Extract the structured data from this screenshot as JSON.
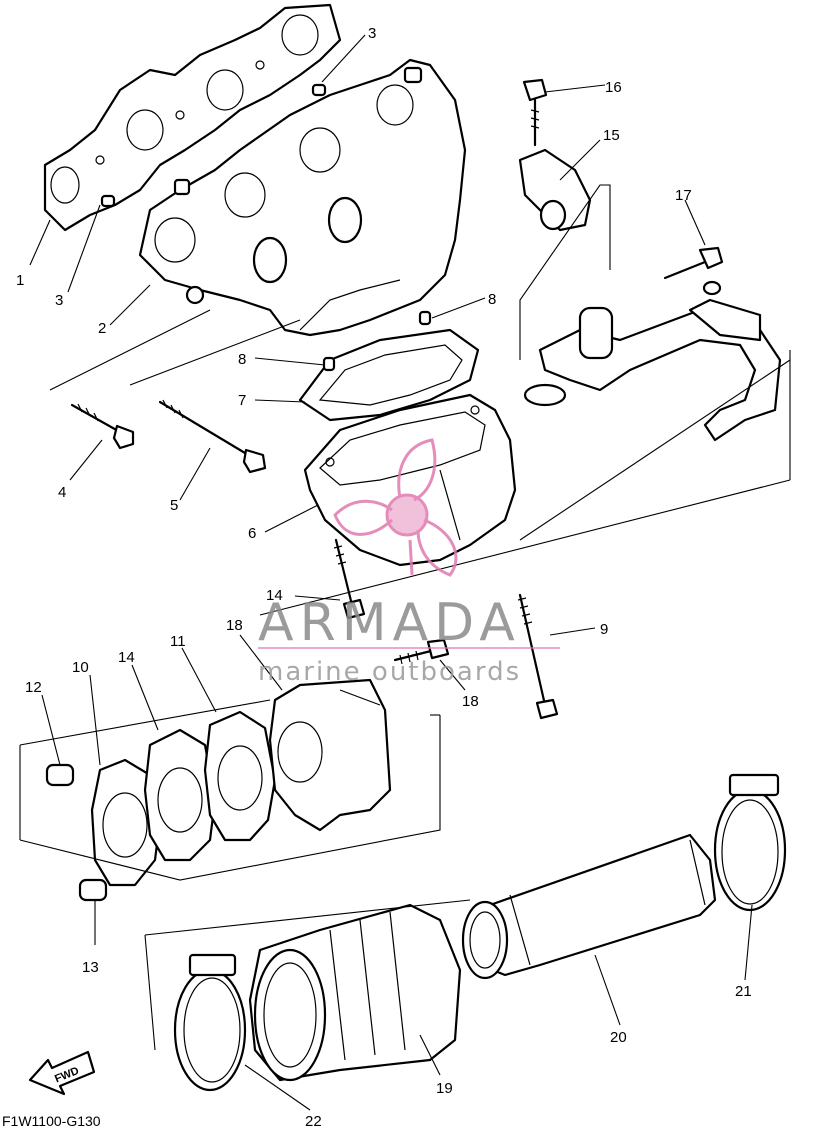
{
  "diagram": {
    "code": "F1W1100-G130",
    "fwd_label": "FWD",
    "watermark": {
      "name": "ARMADA",
      "tagline": "marine outboards",
      "logo_color": "#e07ab0",
      "text_color": "#8a8a8a"
    },
    "callouts": [
      "1",
      "2",
      "3",
      "3",
      "4",
      "5",
      "6",
      "7",
      "8",
      "8",
      "9",
      "10",
      "11",
      "12",
      "13",
      "14",
      "14",
      "15",
      "16",
      "17",
      "18",
      "18",
      "19",
      "20",
      "21",
      "22"
    ]
  }
}
